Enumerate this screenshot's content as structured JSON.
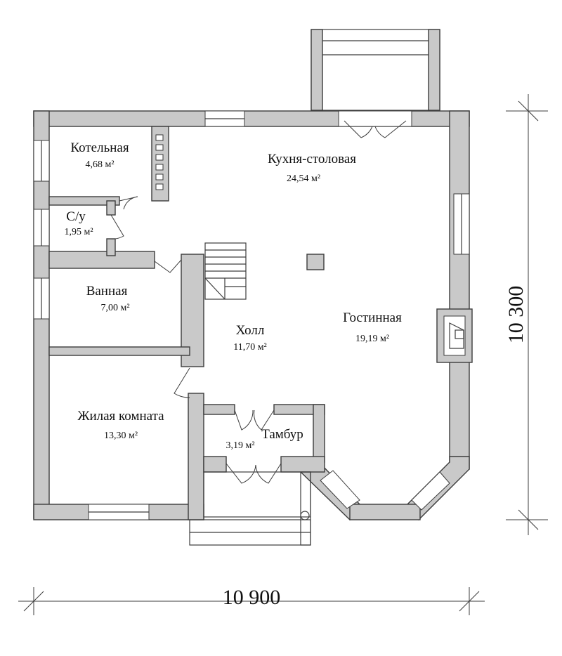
{
  "rooms": {
    "boiler": {
      "name": "Котельная",
      "area": "4,68 м²"
    },
    "wc": {
      "name": "С/у",
      "area": "1,95 м²"
    },
    "bath": {
      "name": "Ванная",
      "area": "7,00 м²"
    },
    "living_room": {
      "name": "Жилая комната",
      "area": "13,30 м²"
    },
    "kitchen": {
      "name": "Кухня-столовая",
      "area": "24,54 м²"
    },
    "hall": {
      "name": "Холл",
      "area": "11,70 м²"
    },
    "lounge": {
      "name": "Гостинная",
      "area": "19,19 м²"
    },
    "vestibule": {
      "name": "Тамбур",
      "area": "3,19 м²"
    }
  },
  "dimensions": {
    "width": "10 900",
    "height": "10 300"
  }
}
